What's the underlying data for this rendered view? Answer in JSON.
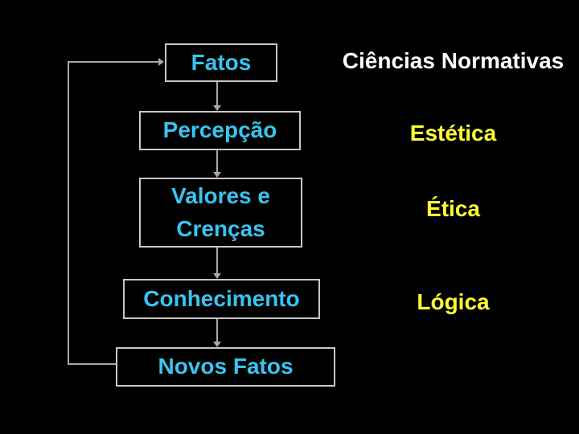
{
  "colors": {
    "background": "#000000",
    "box_text": "#38C4F2",
    "box_border": "#C8C8C8",
    "connector": "#A8A8A8",
    "title_text": "#FFFFFF",
    "item_text": "#FFFF33"
  },
  "flowchart": {
    "boxes": [
      {
        "id": "fatos",
        "label": "Fatos"
      },
      {
        "id": "percepcao",
        "label": "Percepção"
      },
      {
        "id": "valores-crencas",
        "label": "Valores e Crenças",
        "lines": [
          "Valores e",
          "Crenças"
        ]
      },
      {
        "id": "conhecimento",
        "label": "Conhecimento"
      },
      {
        "id": "novos-fatos",
        "label": "Novos Fatos"
      }
    ],
    "arrows": [
      {
        "from": "fatos",
        "to": "percepcao"
      },
      {
        "from": "percepcao",
        "to": "valores-crencas"
      },
      {
        "from": "valores-crencas",
        "to": "conhecimento"
      },
      {
        "from": "conhecimento",
        "to": "novos-fatos"
      },
      {
        "from": "novos-fatos",
        "to": "fatos",
        "type": "feedback-loop"
      }
    ]
  },
  "right_column": {
    "title": "Ciências Normativas",
    "items": [
      {
        "label": "Estética"
      },
      {
        "label": "Ética"
      },
      {
        "label": "Lógica"
      }
    ]
  }
}
